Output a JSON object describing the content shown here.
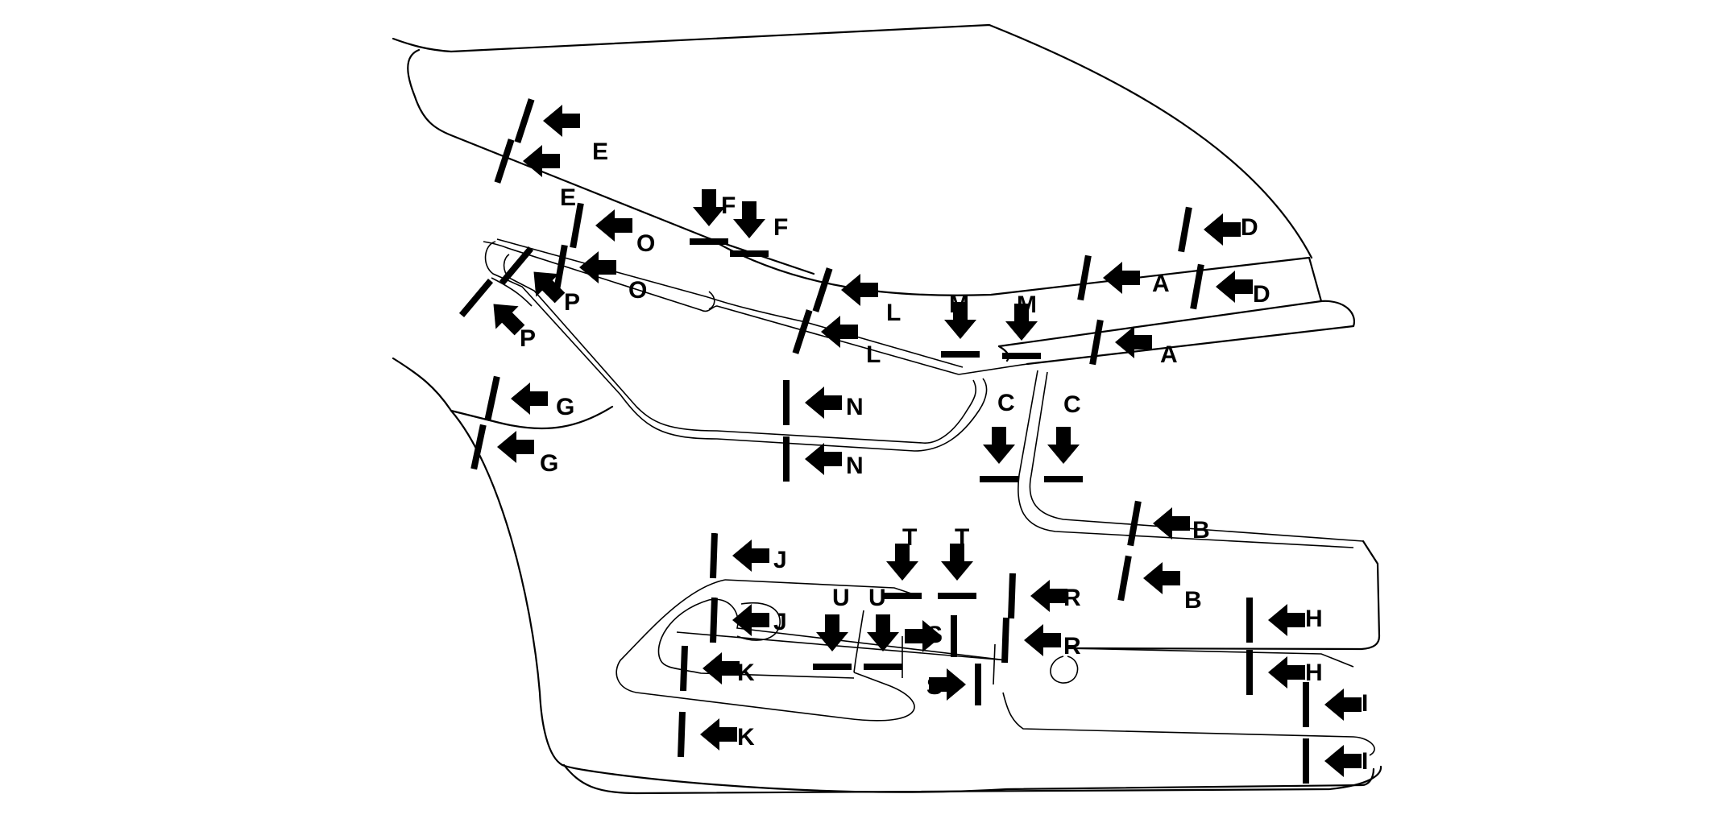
{
  "diagram": {
    "colors": {
      "line": "#000000",
      "background": "#ffffff"
    },
    "callouts": [
      {
        "label": "E",
        "dir": "left"
      },
      {
        "label": "E",
        "dir": "left"
      },
      {
        "label": "O",
        "dir": "left"
      },
      {
        "label": "O",
        "dir": "left"
      },
      {
        "label": "P",
        "dir": "upleft"
      },
      {
        "label": "P",
        "dir": "upleft"
      },
      {
        "label": "F",
        "dir": "down"
      },
      {
        "label": "F",
        "dir": "down"
      },
      {
        "label": "L",
        "dir": "left"
      },
      {
        "label": "L",
        "dir": "left"
      },
      {
        "label": "M",
        "dir": "down"
      },
      {
        "label": "M",
        "dir": "down"
      },
      {
        "label": "A",
        "dir": "left"
      },
      {
        "label": "A",
        "dir": "left"
      },
      {
        "label": "D",
        "dir": "left"
      },
      {
        "label": "D",
        "dir": "left"
      },
      {
        "label": "G",
        "dir": "left"
      },
      {
        "label": "G",
        "dir": "left"
      },
      {
        "label": "N",
        "dir": "left"
      },
      {
        "label": "N",
        "dir": "left"
      },
      {
        "label": "C",
        "dir": "down"
      },
      {
        "label": "C",
        "dir": "down"
      },
      {
        "label": "B",
        "dir": "left"
      },
      {
        "label": "B",
        "dir": "left"
      },
      {
        "label": "J",
        "dir": "left"
      },
      {
        "label": "J",
        "dir": "left"
      },
      {
        "label": "T",
        "dir": "down"
      },
      {
        "label": "T",
        "dir": "down"
      },
      {
        "label": "U",
        "dir": "down"
      },
      {
        "label": "U",
        "dir": "down"
      },
      {
        "label": "R",
        "dir": "left"
      },
      {
        "label": "R",
        "dir": "left"
      },
      {
        "label": "S",
        "dir": "right"
      },
      {
        "label": "S",
        "dir": "right"
      },
      {
        "label": "K",
        "dir": "left"
      },
      {
        "label": "K",
        "dir": "left"
      },
      {
        "label": "H",
        "dir": "left"
      },
      {
        "label": "H",
        "dir": "left"
      },
      {
        "label": "I",
        "dir": "left"
      },
      {
        "label": "I",
        "dir": "left"
      }
    ]
  }
}
